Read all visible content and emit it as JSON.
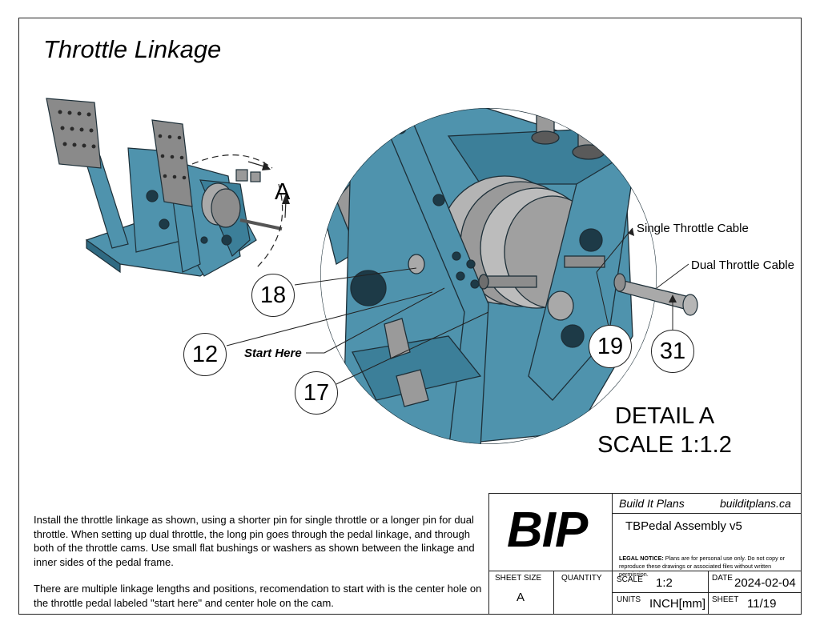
{
  "title": "Throttle Linkage",
  "callouts": [
    {
      "number": "18",
      "label": ""
    },
    {
      "number": "12",
      "label": ""
    },
    {
      "number": "17",
      "label": ""
    },
    {
      "number": "19",
      "label": "Single Throttle Cable"
    },
    {
      "number": "31",
      "label": "Dual Throttle Cable"
    }
  ],
  "start_here": "Start Here",
  "detail_marker": "A",
  "detail": {
    "line1": "DETAIL A",
    "line2": "SCALE 1:1.2"
  },
  "notes": [
    "Install the throttle linkage as shown, using a shorter pin for single throttle or a longer pin for dual throttle. When setting up dual throttle, the long pin goes through the pedal linkage, and through both of the throttle cams. Use small flat bushings or washers as shown between the linkage and inner sides of the pedal frame.",
    "There are multiple linkage lengths and positions, recomendation to start with is the center hole on the throttle pedal labeled \"start here\" and center hole on the cam."
  ],
  "title_block": {
    "logo": "BIP",
    "company": "Build It Plans",
    "website": "builditplans.ca",
    "drawing_name": "TBPedal Assembly v5",
    "legal_label": "LEGAL NOTICE:",
    "legal_text": "Plans are for personal use only. Do not copy or reproduce these drawings or associated files without written permission.",
    "sheet_size_label": "SHEET SIZE",
    "sheet_size": "A",
    "quantity_label": "QUANTITY",
    "quantity": "",
    "scale_label": "SCALE",
    "scale": "1:2",
    "date_label": "DATE",
    "date": "2024-02-04",
    "units_label": "UNITS",
    "units": "INCH[mm]",
    "sheet_label": "SHEET",
    "sheet": "11/19"
  },
  "colors": {
    "part_blue": "#4f93ad",
    "part_blue_dark": "#2f6a82",
    "metal_grey": "#a9a9a9",
    "metal_dark": "#6e6e6e",
    "pedal_pad": "#8a8a8a"
  }
}
